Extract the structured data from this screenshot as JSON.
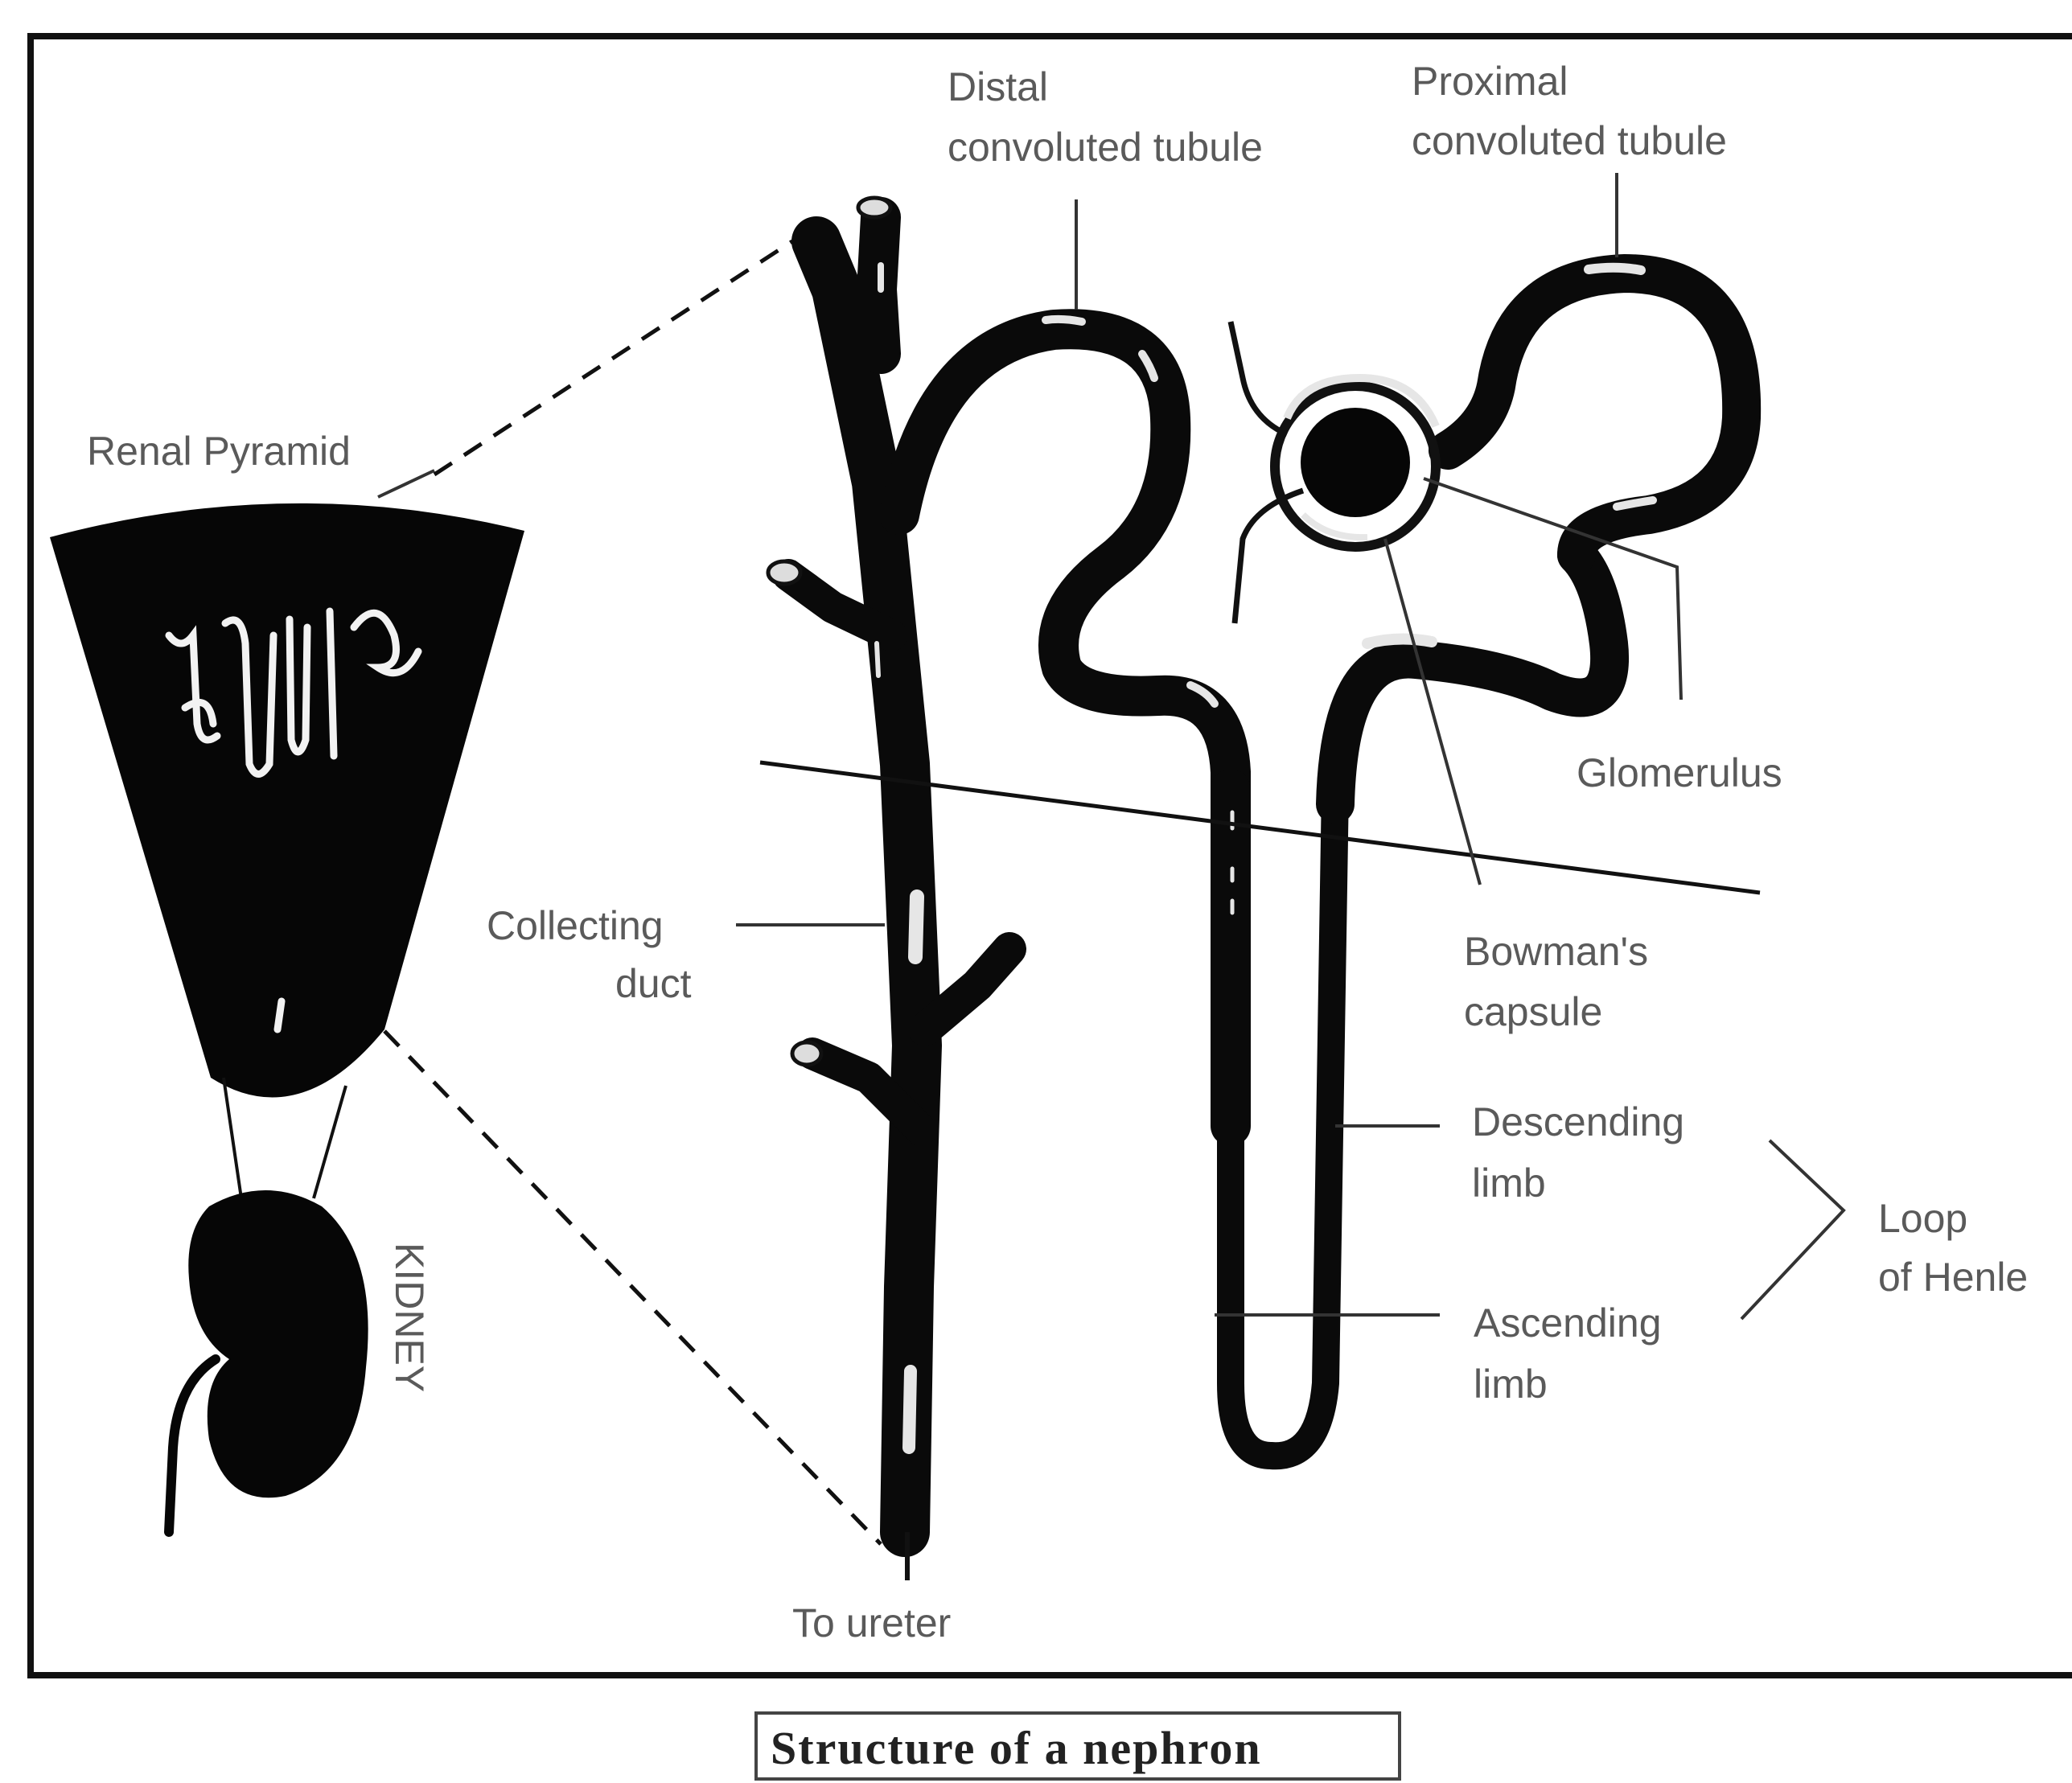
{
  "figure": {
    "caption": "Structure of a nephron",
    "labels": {
      "renal_pyramid": "Renal Pyramid",
      "kidney": "KIDNEY",
      "distal_1": "Distal",
      "distal_2": "convoluted tubule",
      "proximal_1": "Proximal",
      "proximal_2": "convoluted tubule",
      "glomerulus": "Glomerulus",
      "bowmans_1": "Bowman's",
      "bowmans_2": "capsule",
      "collecting_1": "Collecting",
      "collecting_2": "duct",
      "descending_1": "Descending",
      "descending_2": "limb",
      "ascending_1": "Ascending",
      "ascending_2": "limb",
      "loop_1": "Loop",
      "loop_2": "of Henle",
      "to_ureter": "To ureter"
    }
  }
}
